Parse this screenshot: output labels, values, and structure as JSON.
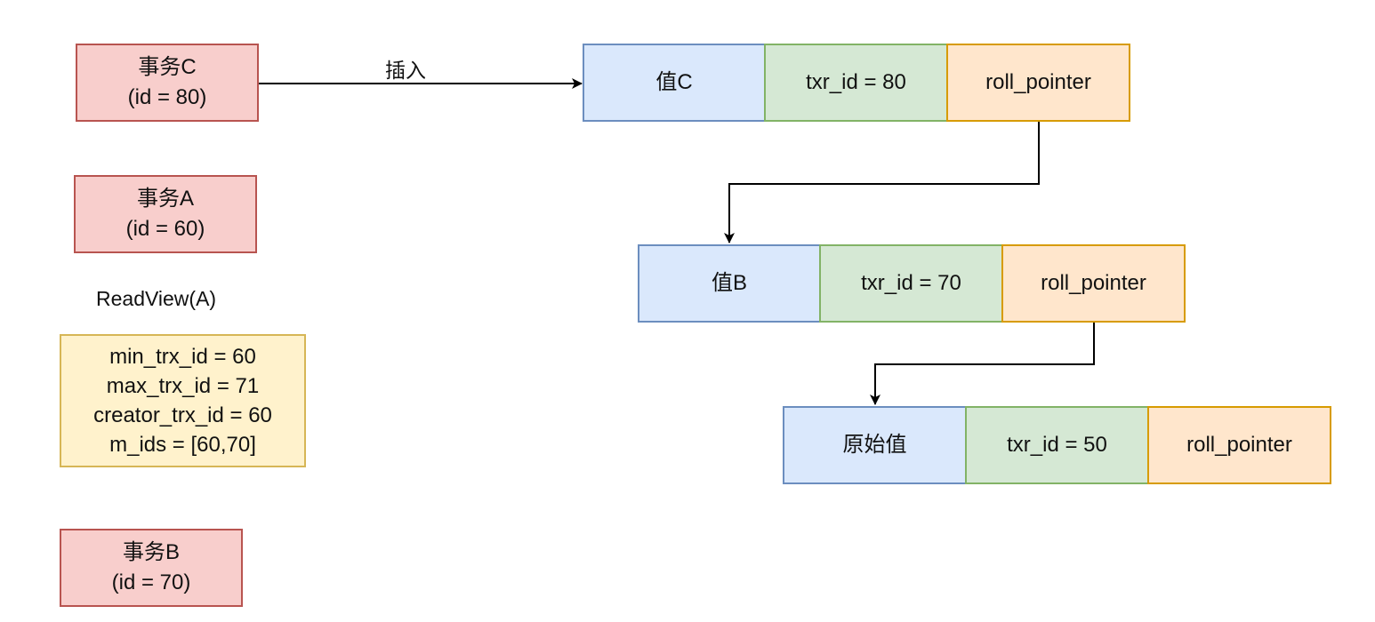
{
  "transactions": {
    "c": {
      "name": "事务C",
      "id": "(id = 80)"
    },
    "a": {
      "name": "事务A",
      "id": "(id = 60)"
    },
    "b": {
      "name": "事务B",
      "id": "(id = 70)"
    }
  },
  "read_view": {
    "title": "ReadView(A)",
    "fields": [
      "min_trx_id = 60",
      "max_trx_id = 71",
      "creator_trx_id = 60",
      "m_ids = [60,70]"
    ]
  },
  "insert_label": "插入",
  "versions": [
    {
      "value": "值C",
      "trx": "txr_id = 80",
      "pointer": "roll_pointer"
    },
    {
      "value": "值B",
      "trx": "txr_id = 70",
      "pointer": "roll_pointer"
    },
    {
      "value": "原始值",
      "trx": "txr_id = 50",
      "pointer": "roll_pointer"
    }
  ]
}
